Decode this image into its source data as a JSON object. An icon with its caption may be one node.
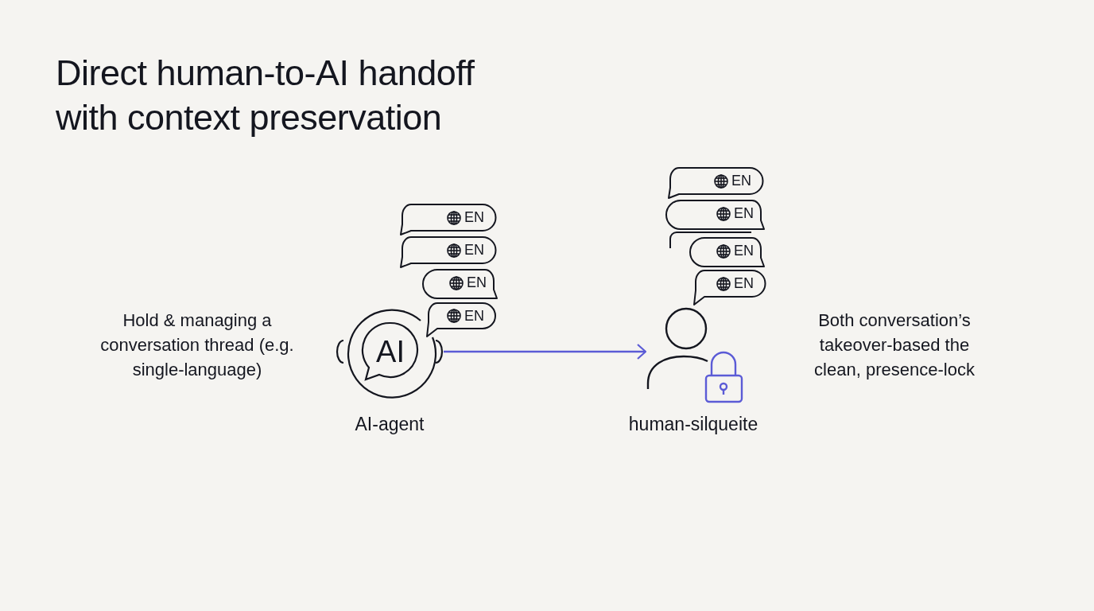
{
  "diagram": {
    "title": "Direct human-to-AI handoff with context preservation",
    "nodes": [
      {
        "text": [
          "AI"
        ],
        "beside": [
          "AI-agent"
        ]
      },
      {
        "text": [],
        "shape": "person",
        "beside": [
          "human-silqueite"
        ]
      },
      {
        "text": [
          "EN"
        ]
      },
      {
        "text": [
          "EN"
        ]
      },
      {
        "text": [
          "EN"
        ]
      },
      {
        "text": [
          "EN"
        ]
      },
      {
        "text": [
          "EN"
        ]
      },
      {
        "text": [
          "EN"
        ]
      },
      {
        "text": [
          "EN"
        ]
      },
      {
        "text": [
          "EN"
        ]
      }
    ],
    "edges": [
      {
        "from": 0,
        "to": 1,
        "arrow": "to",
        "color": "#5b5bd6"
      }
    ],
    "labels": [
      "Hold & managing a conversation thread (e.g. single-language)",
      "Both conversation’s takeover-based the clean, presence-lock"
    ]
  }
}
